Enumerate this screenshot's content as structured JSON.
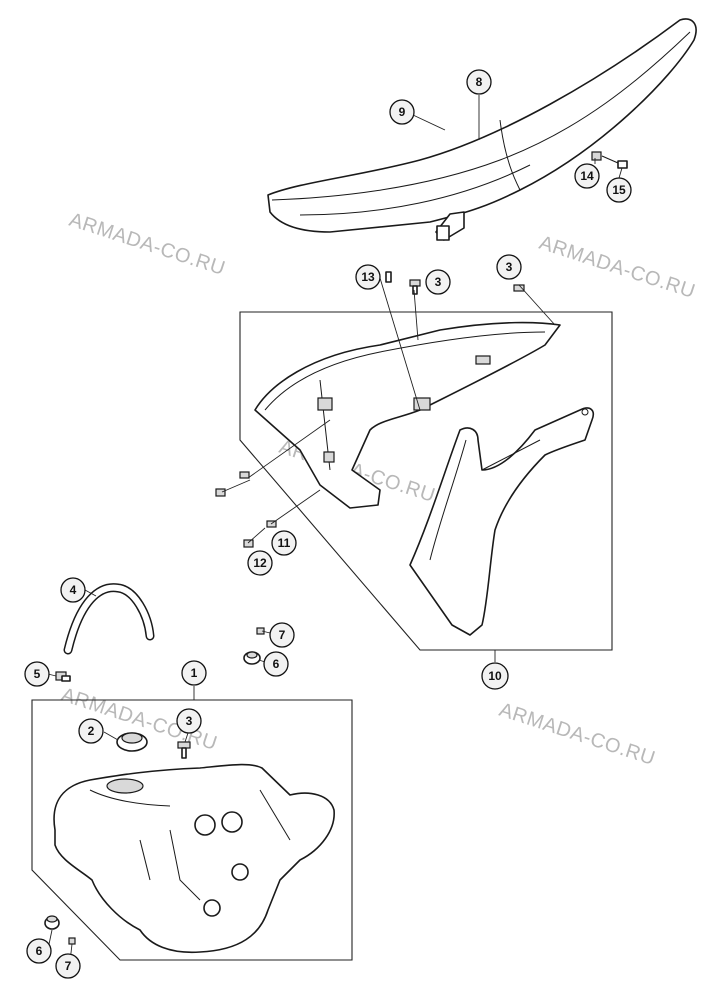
{
  "watermark": "ARMADA-CO.RU",
  "callouts": {
    "c1": "1",
    "c2": "2",
    "c3a": "3",
    "c3b": "3",
    "c3c": "3",
    "c4": "4",
    "c5": "5",
    "c6a": "6",
    "c6b": "6",
    "c7a": "7",
    "c7b": "7",
    "c8": "8",
    "c9": "9",
    "c10": "10",
    "c11": "11",
    "c12": "12",
    "c13": "13",
    "c14": "14",
    "c15": "15"
  }
}
